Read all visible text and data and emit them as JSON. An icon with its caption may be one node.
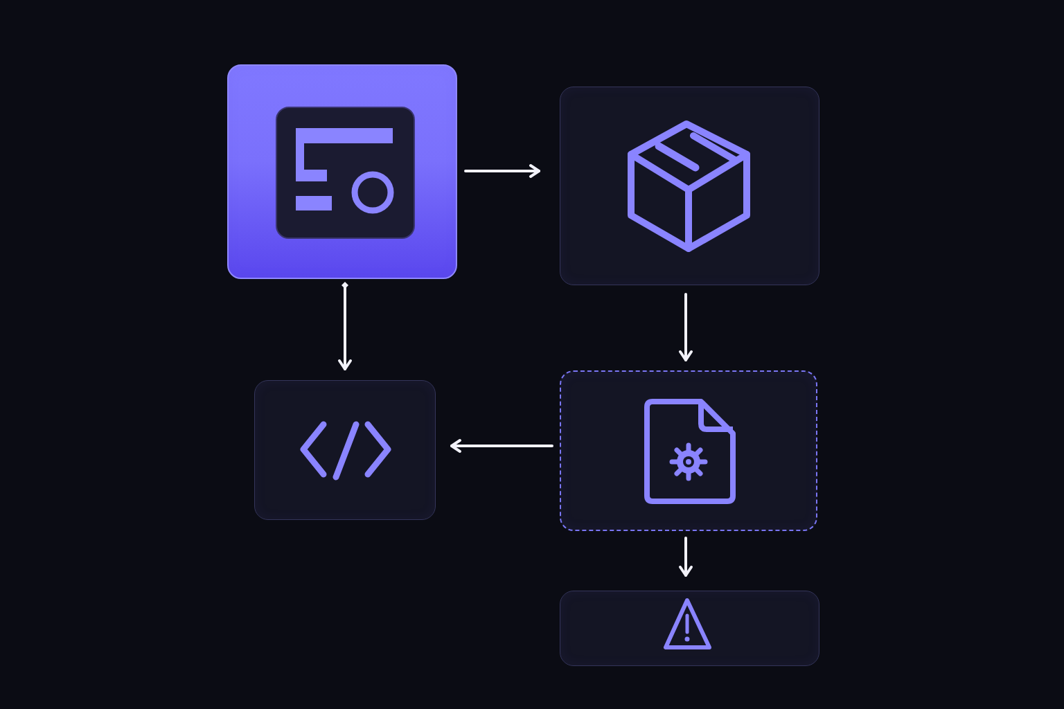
{
  "diagram": {
    "nodes": [
      {
        "text": [],
        "shape": "box"
      },
      {
        "text": [],
        "shape": "box"
      },
      {
        "text": [],
        "shape": "box"
      },
      {
        "text": [],
        "shape": "box"
      },
      {
        "text": [],
        "shape": "box"
      }
    ],
    "edges": [
      {
        "from": 0,
        "to": 1,
        "arrow": "to"
      },
      {
        "from": 0,
        "to": 2,
        "arrow": "to"
      },
      {
        "from": 1,
        "to": 3,
        "arrow": "to"
      },
      {
        "from": 3,
        "to": 2,
        "arrow": "to"
      },
      {
        "from": 3,
        "to": 4,
        "arrow": "to"
      }
    ]
  }
}
